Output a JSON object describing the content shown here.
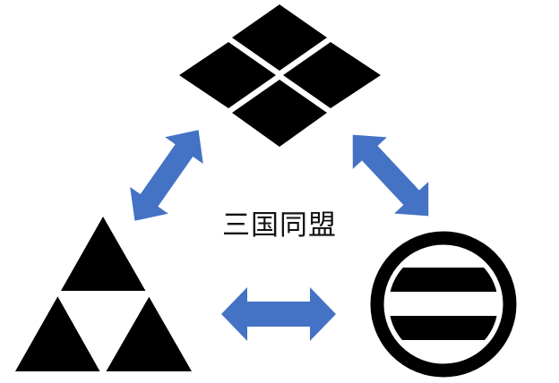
{
  "title": "三国同盟",
  "colors": {
    "arrow": "#4472C4",
    "crest": "#000000"
  },
  "crests": [
    "four-diamonds-crest",
    "triforce-crest",
    "circle-two-bars-crest"
  ]
}
